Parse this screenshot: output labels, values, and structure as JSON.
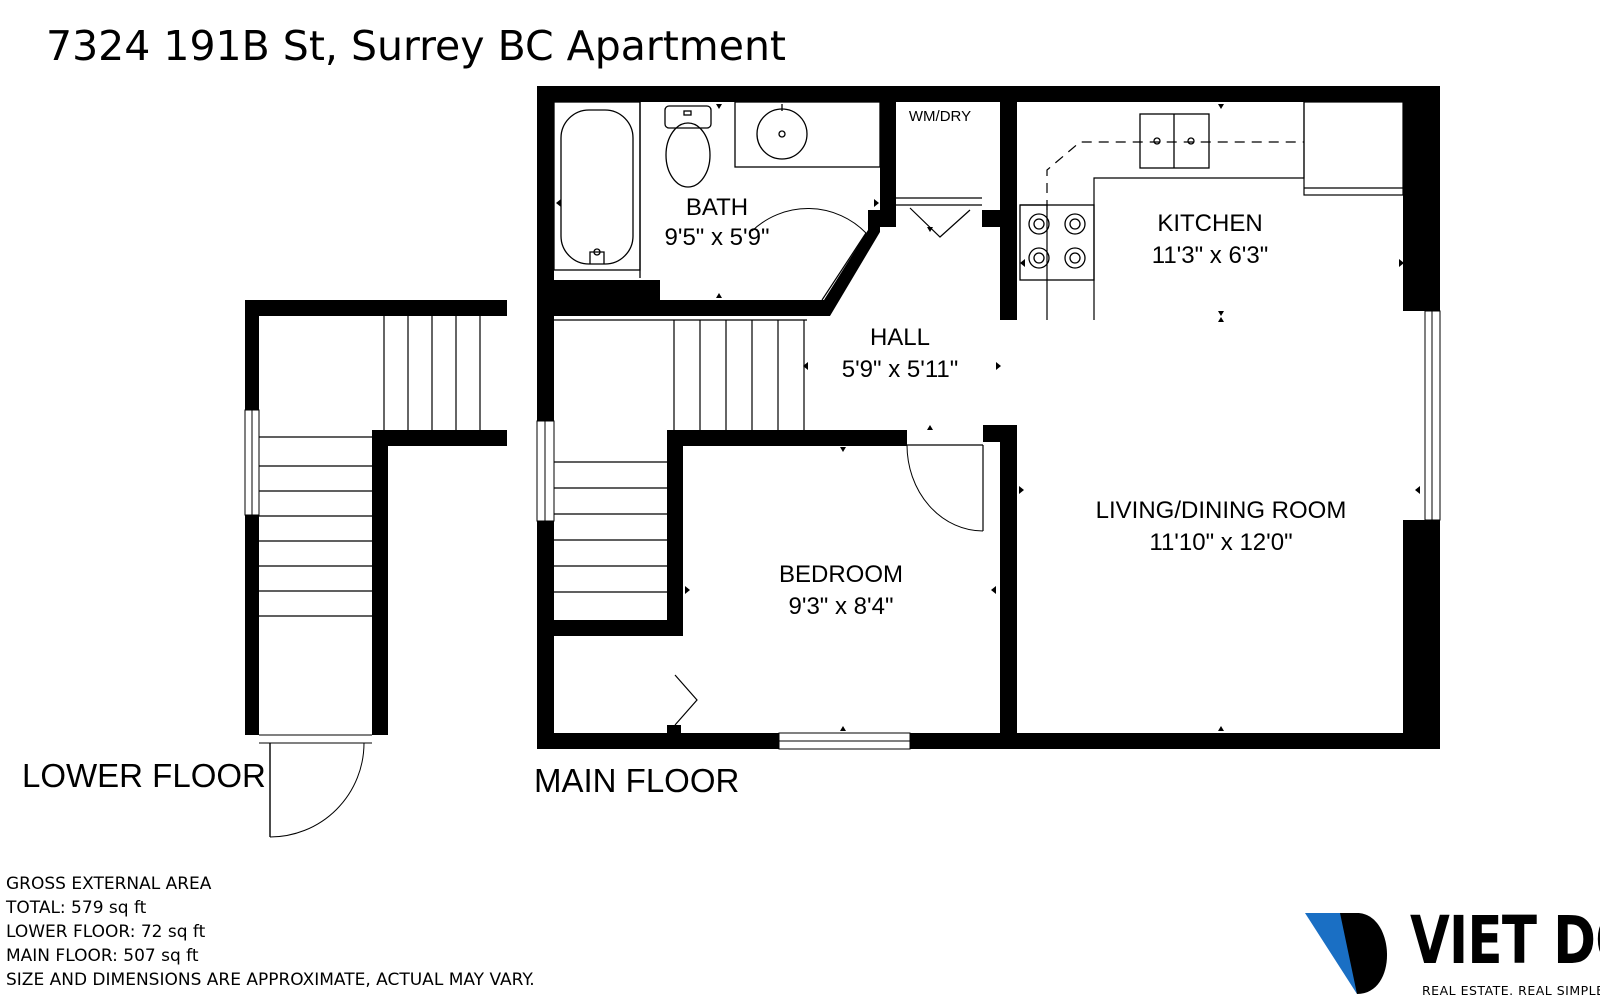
{
  "title": "7324 191B St, Surrey BC Apartment",
  "rooms": {
    "bath": {
      "name": "BATH",
      "size": "9'5\" x 5'9\""
    },
    "laundry": {
      "name": "WM/DRY"
    },
    "kitchen": {
      "name": "KITCHEN",
      "size": "11'3\" x 6'3\""
    },
    "hall": {
      "name": "HALL",
      "size": "5'9\" x 5'11\""
    },
    "living": {
      "name": "LIVING/DINING ROOM",
      "size": "11'10\" x 12'0\""
    },
    "bedroom": {
      "name": "BEDROOM",
      "size": "9'3\" x 8'4\""
    }
  },
  "floors": {
    "lower": "LOWER FLOOR",
    "main": "MAIN FLOOR"
  },
  "area": {
    "heading": "GROSS EXTERNAL AREA",
    "total": "TOTAL: 579 sq ft",
    "lower": "LOWER FLOOR: 72 sq ft",
    "main": "MAIN FLOOR: 507 sq ft",
    "disclaimer": "SIZE AND DIMENSIONS ARE APPROXIMATE, ACTUAL MAY VARY."
  },
  "logo": {
    "name": "VIET DO",
    "tagline": "REAL ESTATE. REAL SIMPLE.",
    "accent_color": "#1a6fc4"
  }
}
